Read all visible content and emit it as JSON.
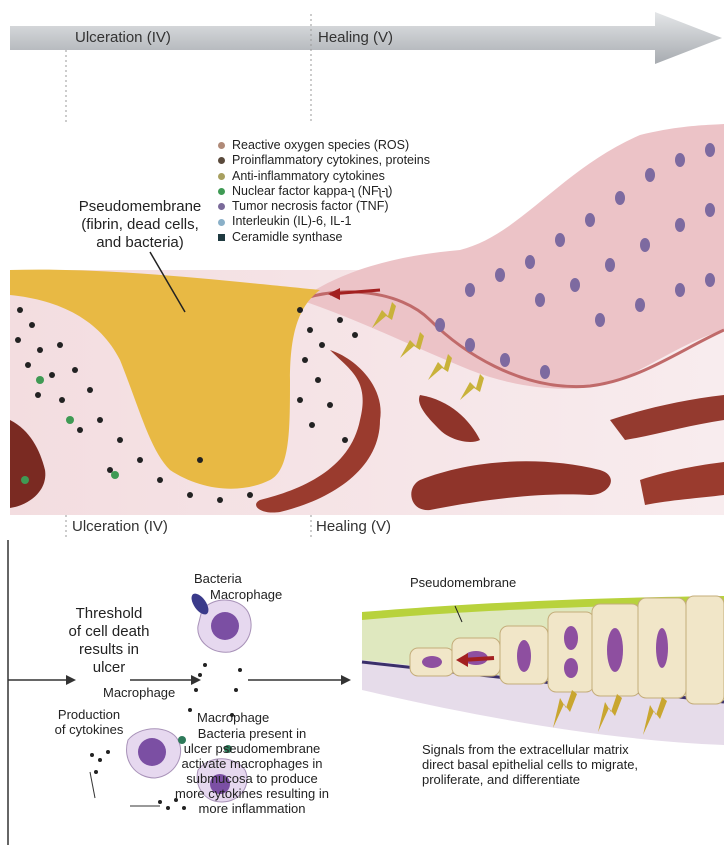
{
  "timeline_top": {
    "stage_1": "Ulceration (IV)",
    "stage_2": "Healing (V)"
  },
  "timeline_bottom": {
    "stage_1": "Ulceration (IV)",
    "stage_2": "Healing (V)"
  },
  "legend": [
    {
      "label": "Reactive oxygen species (ROS)",
      "color": "#b08a78",
      "shape": "circle"
    },
    {
      "label": "Proinflammatory cytokines, proteins",
      "color": "#5a4a3c",
      "shape": "circle"
    },
    {
      "label": "Anti-inflammatory cytokines",
      "color": "#a8a060",
      "shape": "circle"
    },
    {
      "label": "Nuclear factor kappa-ʅ (NFʅ-ʅ)",
      "color": "#3f9a54",
      "shape": "circle"
    },
    {
      "label": "Tumor necrosis factor (TNF)",
      "color": "#7a6a9a",
      "shape": "circle"
    },
    {
      "label": "Interleukin (IL)-6, IL-1",
      "color": "#8ab0c8",
      "shape": "circle"
    },
    {
      "label": "Ceramidle synthase",
      "color": "#1f3a40",
      "shape": "square"
    }
  ],
  "pseudomembrane_label": [
    "Pseudomembrane",
    "(fibrin, dead cells,",
    "and bacteria)"
  ],
  "bottom": {
    "threshold_text": [
      "Threshold",
      "of cell death",
      "results in",
      "ulcer"
    ],
    "bacteria_label": "Bacteria",
    "macrophage_top": "Macrophage",
    "macrophage_left": "Macrophage",
    "macrophage_bottom": "Macrophage",
    "production_text": [
      "Production",
      "of cytokines"
    ],
    "bacteria_paragraph": [
      "Bacteria present in",
      "ulcer pseudomembrane",
      "activate macrophages in",
      "submucosa to produce",
      "more cytokines resulting in",
      "more inflammation"
    ],
    "pseudomembrane_label": "Pseudomembrane",
    "signals_text": [
      "Signals from the extracellular matrix",
      "direct basal epithelial cells to migrate,",
      "proliferate, and differentiate"
    ]
  }
}
